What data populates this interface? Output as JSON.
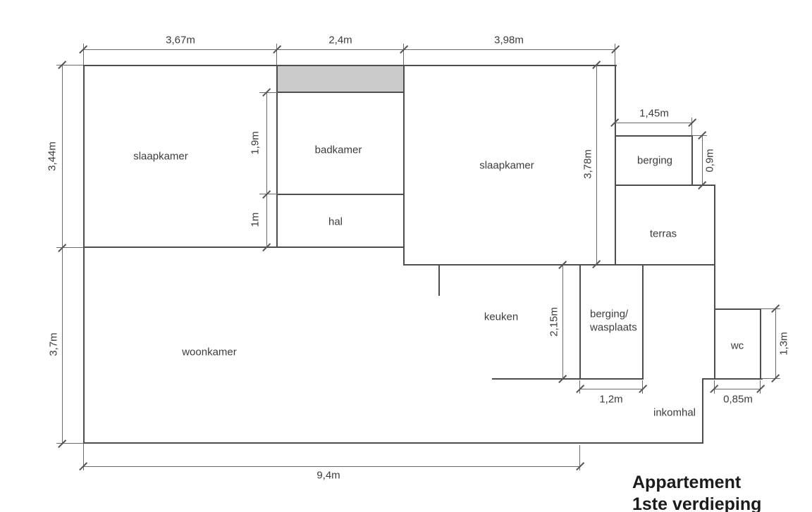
{
  "title": {
    "line1": "Appartement",
    "line2": "1ste verdieping"
  },
  "rooms": {
    "slaapkamer_left": "slaapkamer",
    "badkamer": "badkamer",
    "hal": "hal",
    "slaapkamer_right": "slaapkamer",
    "berging": "berging",
    "terras": "terras",
    "keuken": "keuken",
    "berging_wasplaats_line1": "berging/",
    "berging_wasplaats_line2": "wasplaats",
    "wc": "wc",
    "inkomhal": "inkomhal",
    "woonkamer": "woonkamer"
  },
  "dims": {
    "slaapkamer_left_width": "3,67m",
    "badkamer_width": "2,4m",
    "slaapkamer_right_width": "3,98m",
    "upper_height": "3,44m",
    "woonkamer_height": "3,7m",
    "badkamer_height": "1,9m",
    "hal_height": "1m",
    "slaapkamer_right_height": "3,78m",
    "berging_width": "1,45m",
    "berging_height": "0,9m",
    "keuken_height": "2,15m",
    "wasplaats_width": "1,2m",
    "wc_width": "0,85m",
    "wc_height": "1,3m",
    "woonkamer_width": "9,4m"
  },
  "colors": {
    "wall": "#4d4d4d",
    "dimension_line": "#6b6b6b",
    "label_text": "#3c3c3c",
    "title_text": "#1b1b1b",
    "hatch_fill": "#cbcbcb",
    "background": "#ffffff"
  }
}
